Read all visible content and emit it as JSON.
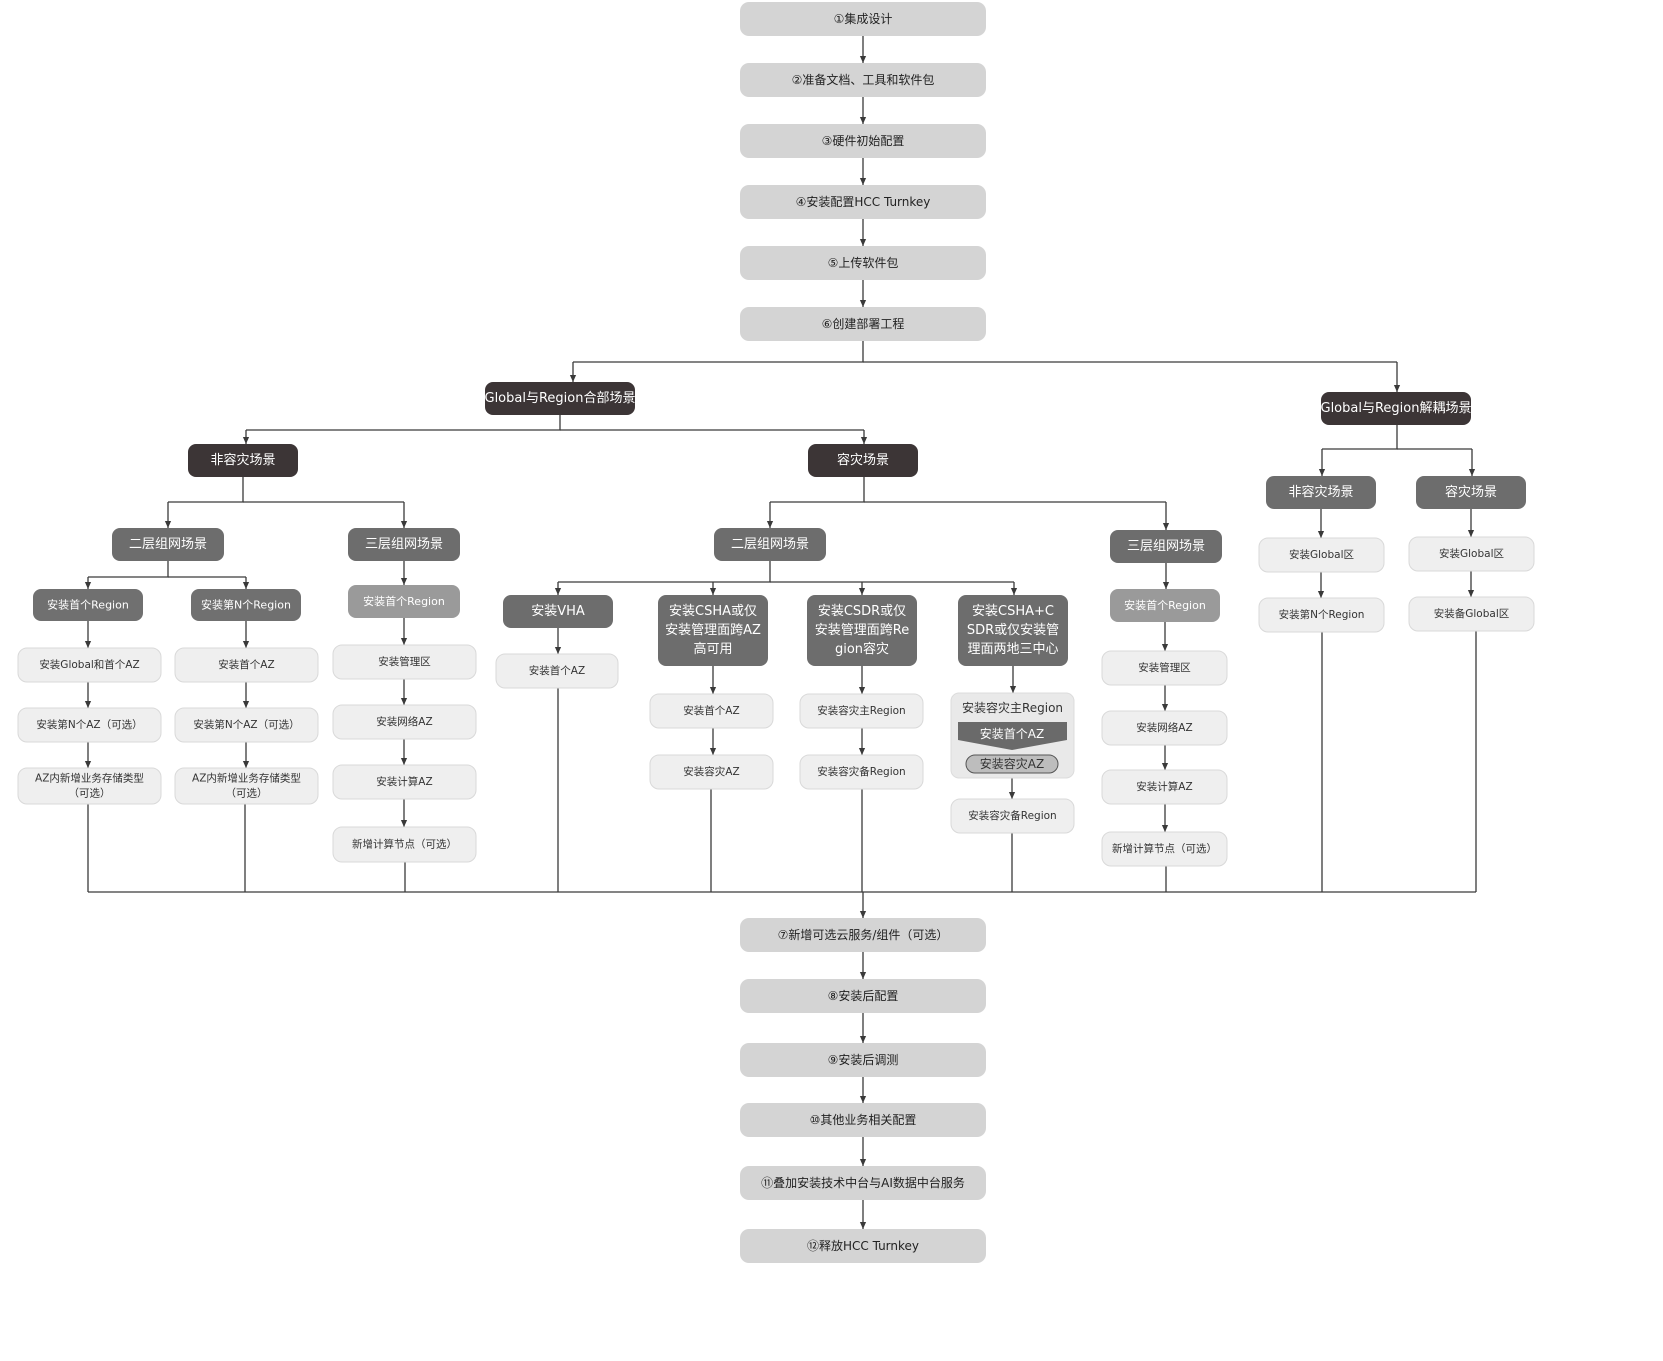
{
  "main_steps": [
    "①集成设计",
    "②准备文档、工具和软件包",
    "③硬件初始配置",
    "④安装配置HCC Turnkey",
    "⑤上传软件包",
    "⑥创建部署工程",
    "⑦新增可选云服务/组件（可选）",
    "⑧安装后配置",
    "⑨安装后调测",
    "⑩其他业务相关配置",
    "⑪叠加安装技术中台与AI数据中台服务",
    "⑫释放HCC Turnkey"
  ],
  "scenarios": {
    "combined": "Global与Region合部场景",
    "decoupled": "Global与Region解耦场景",
    "non_dr": "非容灾场景",
    "dr": "容灾场景",
    "l2": "二层组网场景",
    "l3": "三层组网场景"
  },
  "nodes": {
    "install_first_region": "安装首个Region",
    "install_nth_region": "安装第N个Region",
    "install_global_first_az": "安装Global和首个AZ",
    "install_nth_az_opt": "安装第N个AZ（可选）",
    "add_storage_type": "AZ内新增业务存储类型（可选）",
    "install_first_az": "安装首个AZ",
    "install_mgmt_zone": "安装管理区",
    "install_network_az": "安装网络AZ",
    "install_compute_az": "安装计算AZ",
    "add_compute_node_opt": "新增计算节点（可选）",
    "install_vha": "安装VHA",
    "install_csha": "安装CSHA或仅安装管理面跨AZ高可用",
    "install_csdr": "安装CSDR或仅安装管理面跨Region容灾",
    "install_csha_csdr": "安装CSHA+CSDR或仅安装管理面两地三中心",
    "install_dr_az": "安装容灾AZ",
    "install_dr_primary_region": "安装容灾主Region",
    "install_dr_standby_region": "安装容灾备Region",
    "install_global_zone": "安装Global区",
    "install_standby_global_zone": "安装备Global区"
  },
  "colors": {
    "step_fill": "#d4d4d4",
    "scenario_fill": "#3c3536",
    "network_fill": "#6d6d6d",
    "region_fill": "#707070",
    "region_light_fill": "#9a9a9a",
    "leaf_fill": "#efefef",
    "connector": "#3a3a3a"
  }
}
